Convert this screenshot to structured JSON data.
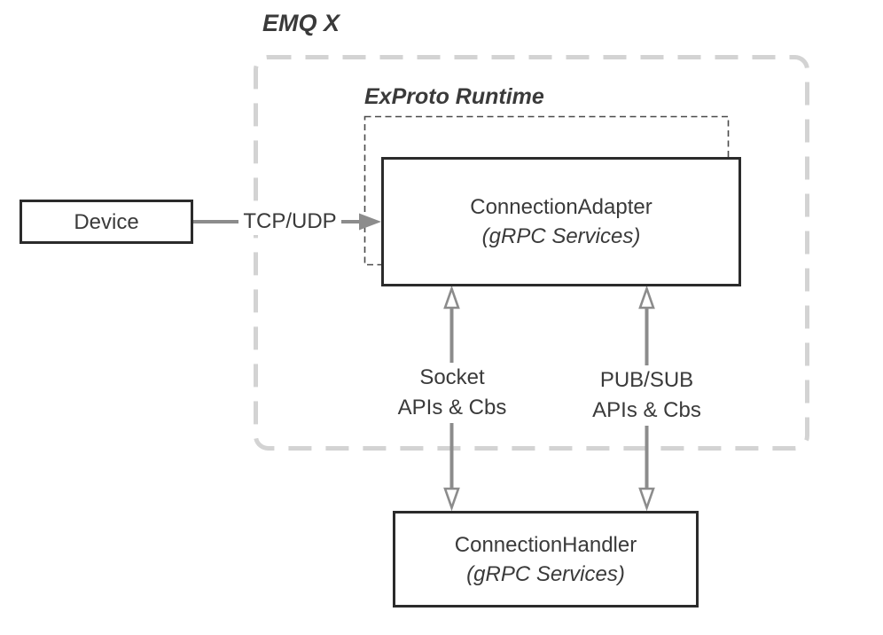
{
  "diagram": {
    "title": "EMQ X",
    "runtime_label": "ExProto Runtime",
    "nodes": {
      "device": {
        "label": "Device"
      },
      "connection_adapter": {
        "label": "ConnectionAdapter",
        "sublabel": "(gRPC Services)"
      },
      "connection_handler": {
        "label": "ConnectionHandler",
        "sublabel": "(gRPC Services)"
      }
    },
    "edges": {
      "tcp_udp": {
        "label": "TCP/UDP"
      },
      "socket": {
        "label_line1": "Socket",
        "label_line2": "APIs & Cbs"
      },
      "pubsub": {
        "label_line1": "PUB/SUB",
        "label_line2": "APIs & Cbs"
      }
    },
    "colors": {
      "box_border": "#2b2b2b",
      "text": "#3a3a3a",
      "arrow": "#8c8c8c",
      "outer_dash": "#d3d3d3",
      "inner_dash": "#4a4a4a",
      "background": "#ffffff"
    }
  }
}
